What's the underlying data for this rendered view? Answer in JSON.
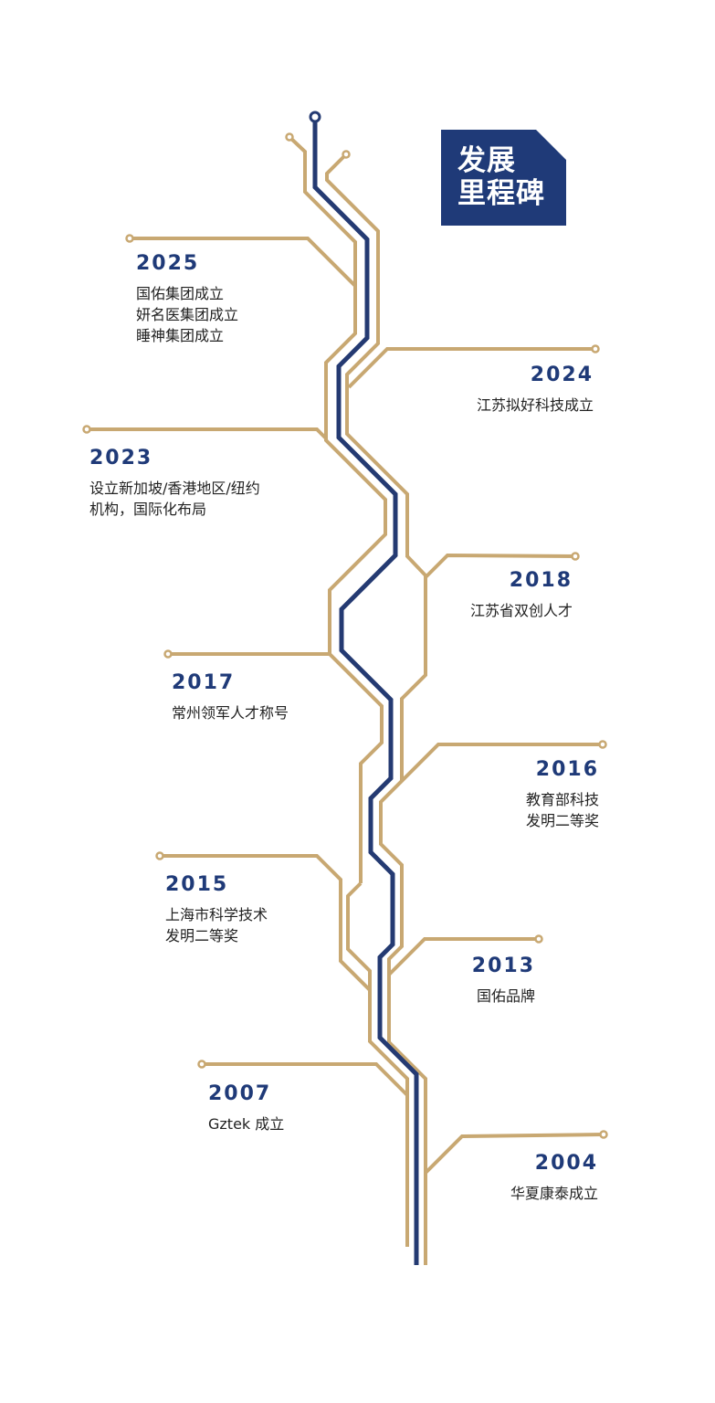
{
  "title": [
    "发展",
    "里程碑"
  ],
  "colors": {
    "gold": "#C8A872",
    "navy": "#243A72",
    "year_text": "#1F3A78"
  },
  "milestones": [
    {
      "year": "2025",
      "lines": [
        "国佑集团成立",
        "妍名医集团成立",
        "睡神集团成立"
      ]
    },
    {
      "year": "2024",
      "lines": [
        "江苏拟好科技成立"
      ]
    },
    {
      "year": "2023",
      "lines": [
        "设立新加坡/香港地区/纽约",
        "机构，国际化布局"
      ]
    },
    {
      "year": "2018",
      "lines": [
        "江苏省双创人才"
      ]
    },
    {
      "year": "2017",
      "lines": [
        "常州领军人才称号"
      ]
    },
    {
      "year": "2016",
      "lines": [
        "教育部科技",
        "发明二等奖"
      ]
    },
    {
      "year": "2015",
      "lines": [
        "上海市科学技术",
        "发明二等奖"
      ]
    },
    {
      "year": "2013",
      "lines": [
        "国佑品牌"
      ]
    },
    {
      "year": "2007",
      "lines": [
        "Gztek 成立"
      ]
    },
    {
      "year": "2004",
      "lines": [
        "华夏康泰成立"
      ]
    }
  ]
}
